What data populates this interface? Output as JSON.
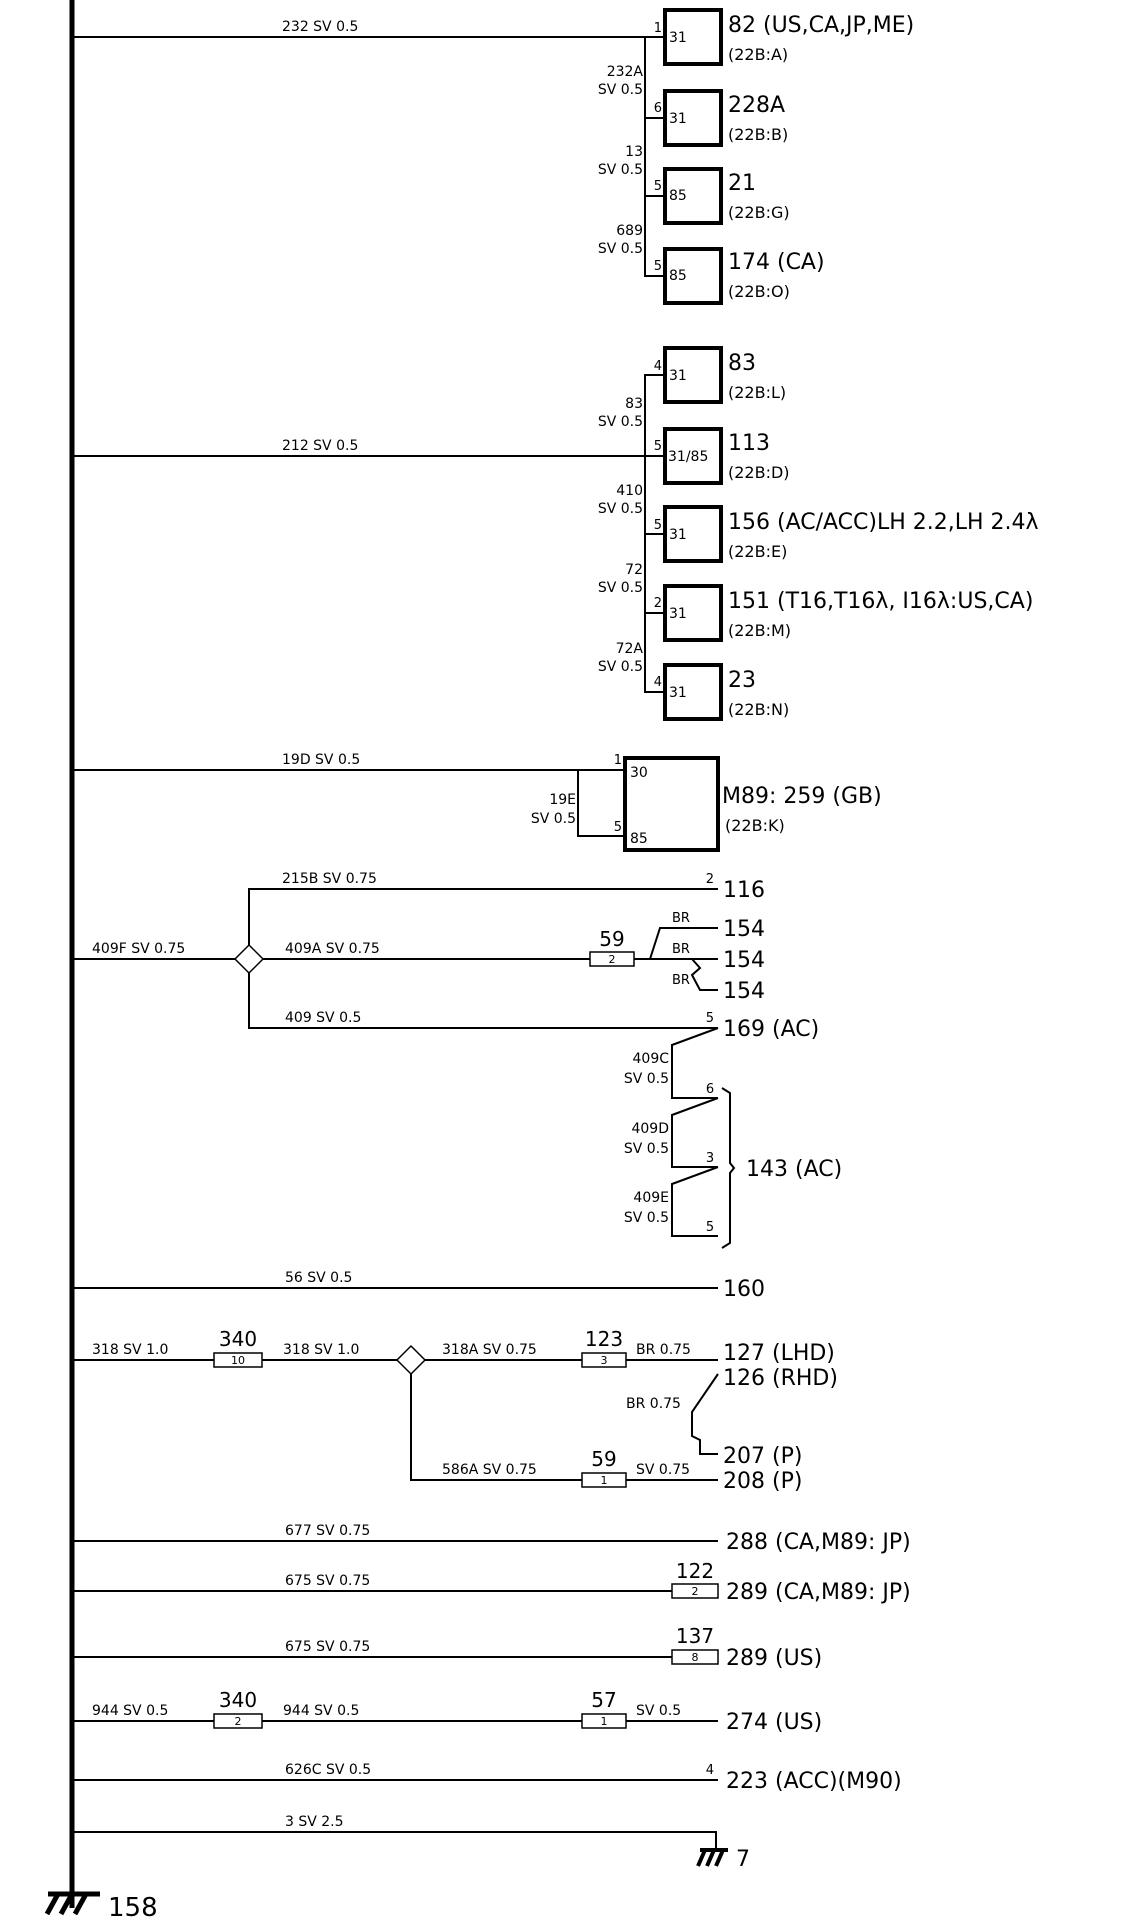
{
  "diagram": {
    "ground_main": "158",
    "ground_7": "7",
    "g1": {
      "wire": "232 SV 0.5",
      "jumpers": [
        [
          "232A",
          "SV 0.5"
        ],
        [
          "13",
          "SV 0.5"
        ],
        [
          "689",
          "SV 0.5"
        ]
      ],
      "relays": [
        {
          "pin": "1",
          "term": "31",
          "label": "82  (US,CA,JP,ME)",
          "sub": "(22B:A)"
        },
        {
          "pin": "6",
          "term": "31",
          "label": "228A",
          "sub": "(22B:B)"
        },
        {
          "pin": "5",
          "term": "85",
          "label": "21",
          "sub": "(22B:G)"
        },
        {
          "pin": "5",
          "term": "85",
          "label": "174  (CA)",
          "sub": "(22B:O)"
        }
      ]
    },
    "g2": {
      "wire": "212 SV 0.5",
      "jumpers": [
        [
          "83",
          "SV 0.5"
        ],
        [
          "410",
          "SV 0.5"
        ],
        [
          "72",
          "SV 0.5"
        ],
        [
          "72A",
          "SV 0.5"
        ]
      ],
      "relays": [
        {
          "pin": "4",
          "term": "31",
          "label": "83",
          "sub": "(22B:L)"
        },
        {
          "pin": "5",
          "term": "31/85",
          "label": "113",
          "sub": "(22B:D)"
        },
        {
          "pin": "5",
          "term": "31",
          "label": "156  (AC/ACC)LH  2.2,LH  2.4λ",
          "sub": "(22B:E)"
        },
        {
          "pin": "2",
          "term": "31",
          "label": "151  (T16,T16λ,  I16λ:US,CA)",
          "sub": "(22B:M)"
        },
        {
          "pin": "4",
          "term": "31",
          "label": "23",
          "sub": "(22B:N)"
        }
      ]
    },
    "g3": {
      "wire": "19D SV 0.5",
      "jumper": [
        "19E",
        "SV 0.5"
      ],
      "pin_top": "1",
      "pin_bot": "5",
      "term_top": "30",
      "term_bot": "85",
      "label": "M89: 259  (GB)",
      "sub": "(22B:K)"
    },
    "g4": {
      "main_wire": "409F  SV  0.75",
      "w_215b": "215B  SV  0.75",
      "pin_116": "2",
      "dest_116": "116",
      "w_409a": "409A  SV  0.75",
      "fuse": {
        "num": "59",
        "pin": "2"
      },
      "br": [
        "BR",
        "BR",
        "BR"
      ],
      "dest_154": [
        "154",
        "154",
        "154"
      ],
      "w_409": "409  SV  0.5",
      "pin_169": "5",
      "dest_169": "169  (AC)",
      "jumpers": [
        [
          "409C",
          "SV  0.5"
        ],
        [
          "409D",
          "SV  0.5"
        ],
        [
          "409E",
          "SV  0.5"
        ]
      ],
      "pins_143": [
        "6",
        "3",
        "5"
      ],
      "dest_143": "143  (AC)"
    },
    "g5": {
      "wire": "56  SV  0.5",
      "dest": "160"
    },
    "g6": {
      "w_318b": "318  SV  1.0",
      "fuse340": {
        "num": "340",
        "pin": "10"
      },
      "w_318": "318  SV  1.0",
      "w_318a": "318A  SV  0.75",
      "fuse123": {
        "num": "123",
        "pin": "3"
      },
      "br1": "BR  0.75",
      "dest_127": "127  (LHD)",
      "dest_126": "126  (RHD)",
      "br2": "BR  0.75",
      "dest_207": "207  (P)",
      "w_586a": "586A  SV  0.75",
      "fuse59": {
        "num": "59",
        "pin": "1"
      },
      "sv": "SV  0.75",
      "dest_208": "208  (P)"
    },
    "g7": {
      "w1": "677  SV  0.75",
      "dest1": "288  (CA,M89: JP)",
      "w2": "675  SV  0.75",
      "fuse122": {
        "num": "122",
        "pin": "2"
      },
      "dest2": "289  (CA,M89: JP)",
      "w3": "675  SV  0.75",
      "fuse137": {
        "num": "137",
        "pin": "8"
      },
      "dest3": "289  (US)",
      "w4a": "944  SV  0.5",
      "fuse340b": {
        "num": "340",
        "pin": "2"
      },
      "w4b": "944  SV  0.5",
      "fuse57": {
        "num": "57",
        "pin": "1"
      },
      "sv4": "SV  0.5",
      "dest4": "274  (US)",
      "w5": "626C  SV  0.5",
      "pin5": "4",
      "dest5": "223  (ACC)(M90)",
      "w6": "3  SV  2.5"
    }
  }
}
